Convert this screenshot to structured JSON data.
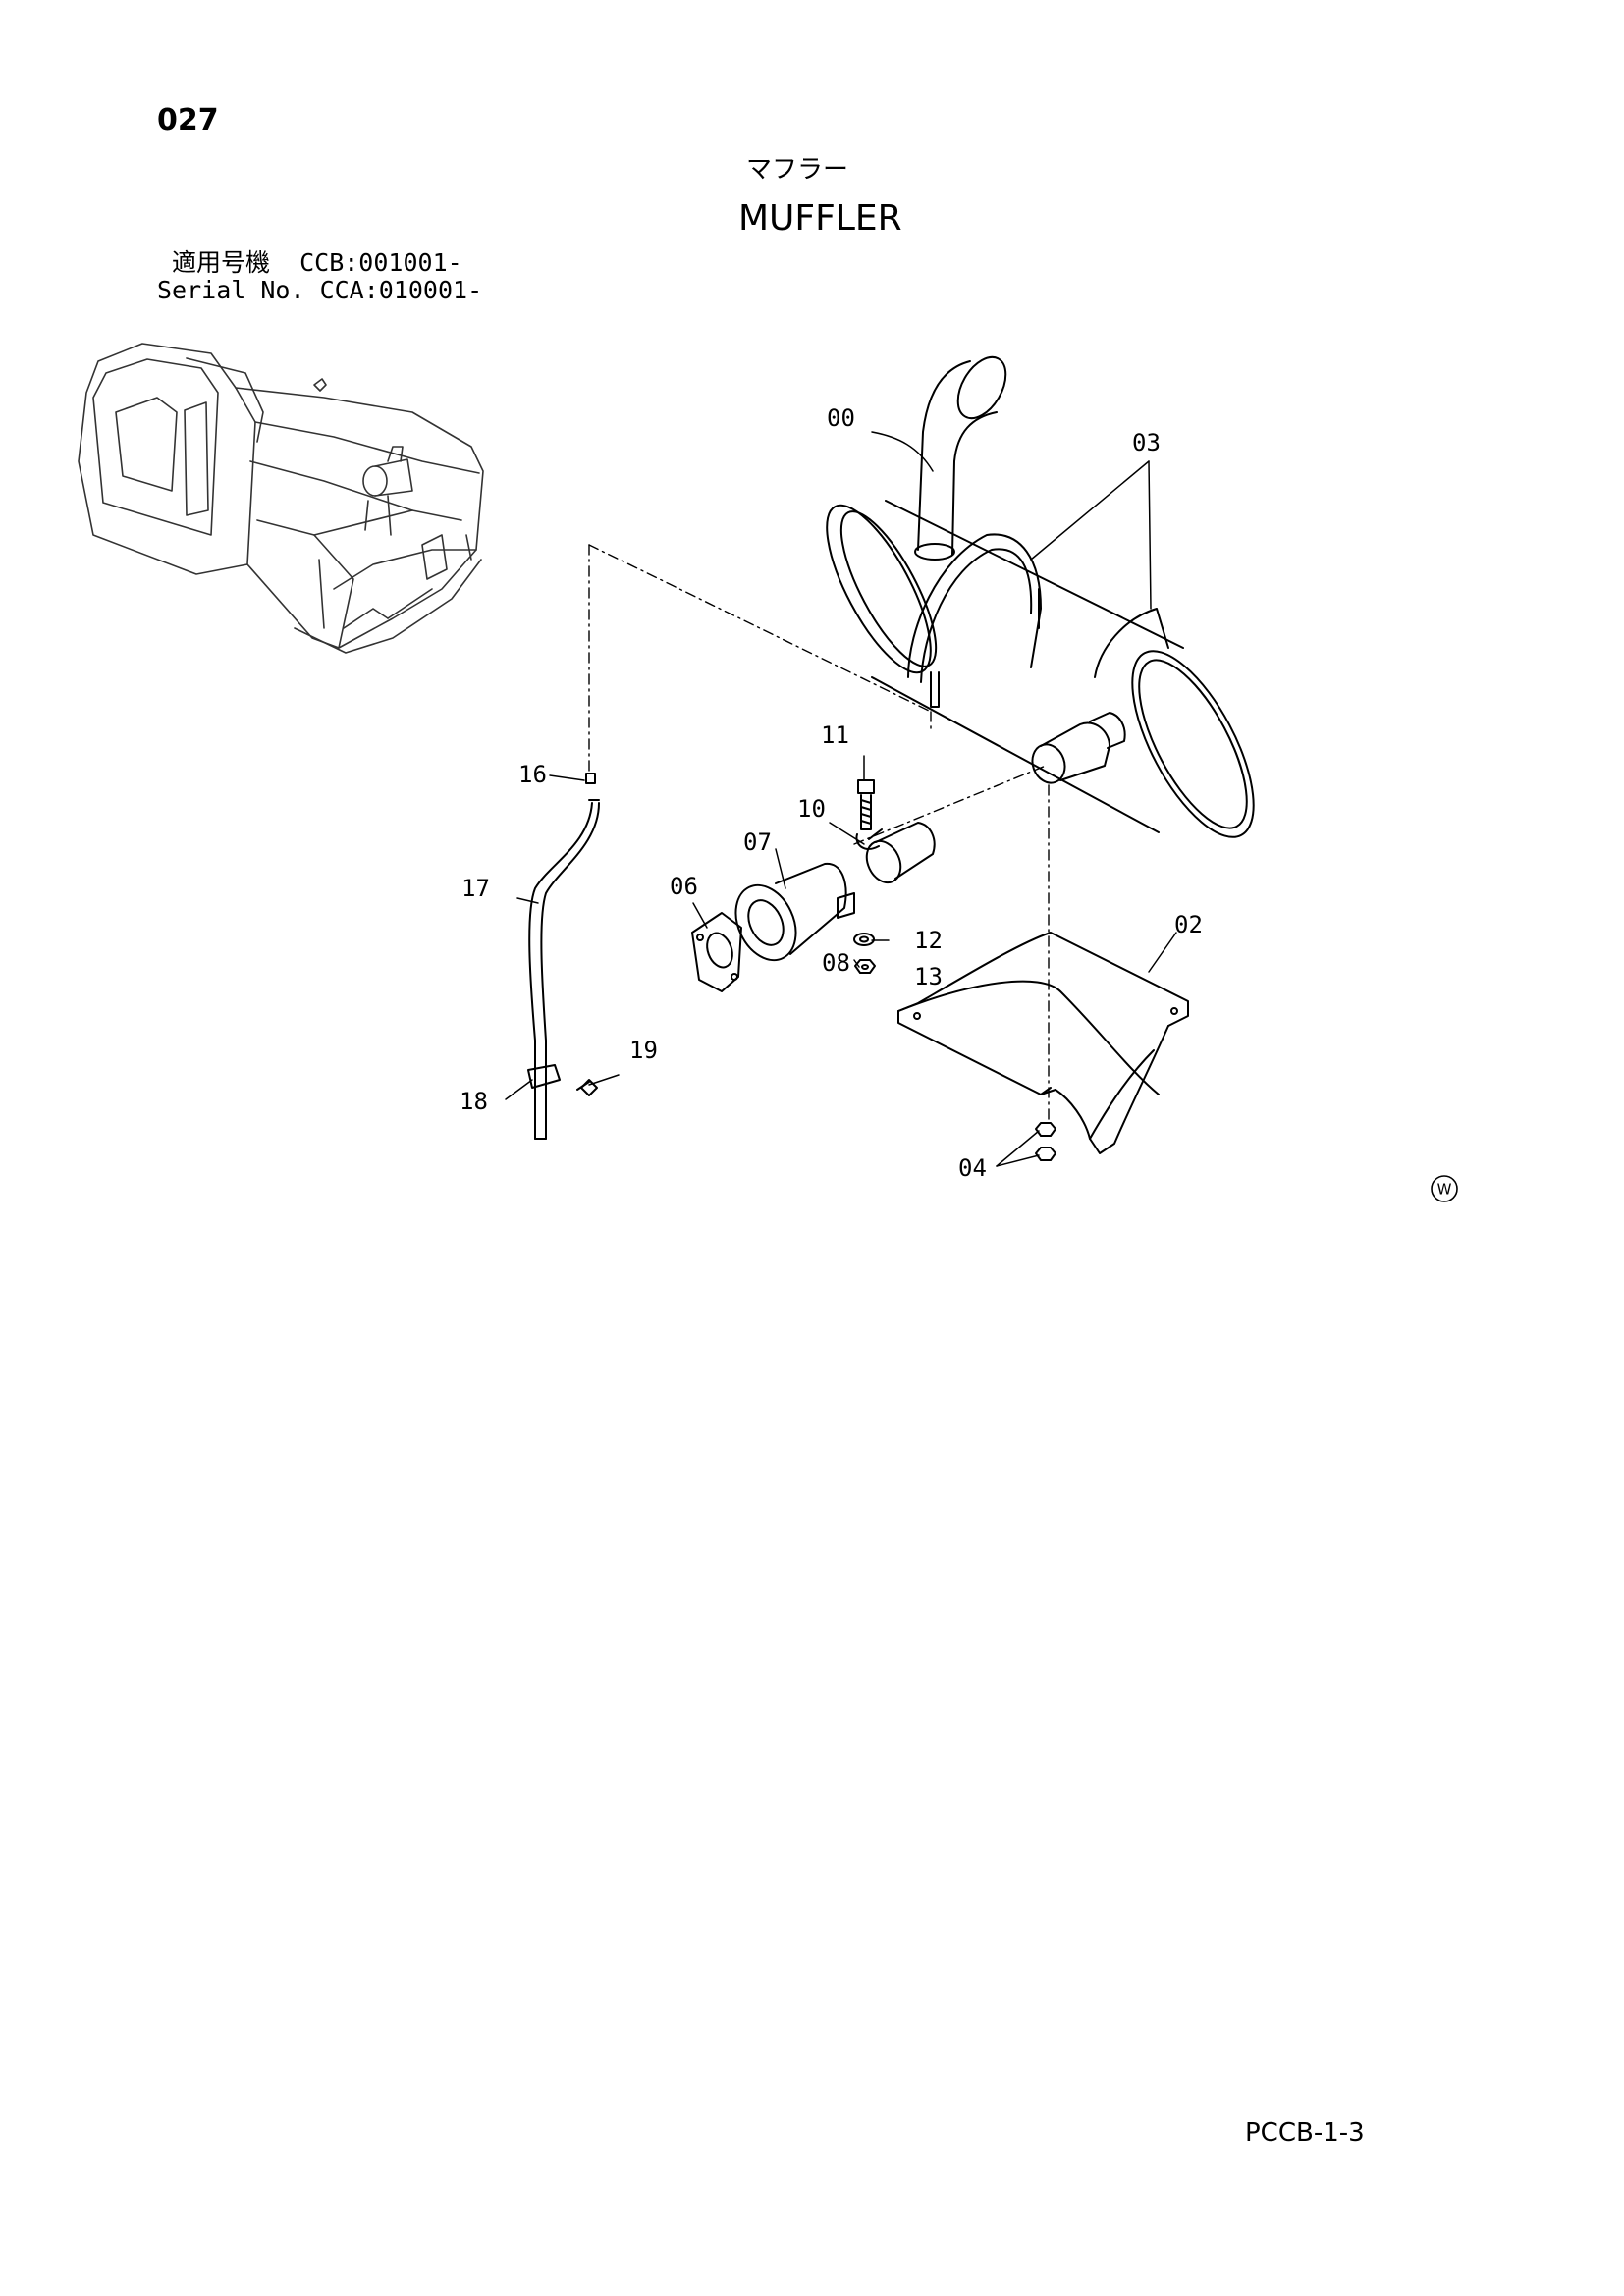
{
  "page": {
    "number": "027",
    "title_ja": "マフラー",
    "title_en": "MUFFLER",
    "serial_ja": "適用号機  CCB:001001-",
    "serial_en": "Serial No. CCA:010001-",
    "code": "PCCB-1-3",
    "w_mark": "W"
  },
  "callouts": [
    "00",
    "03",
    "16",
    "11",
    "10",
    "07",
    "17",
    "06",
    "12",
    "08",
    "13",
    "02",
    "19",
    "18",
    "04"
  ]
}
